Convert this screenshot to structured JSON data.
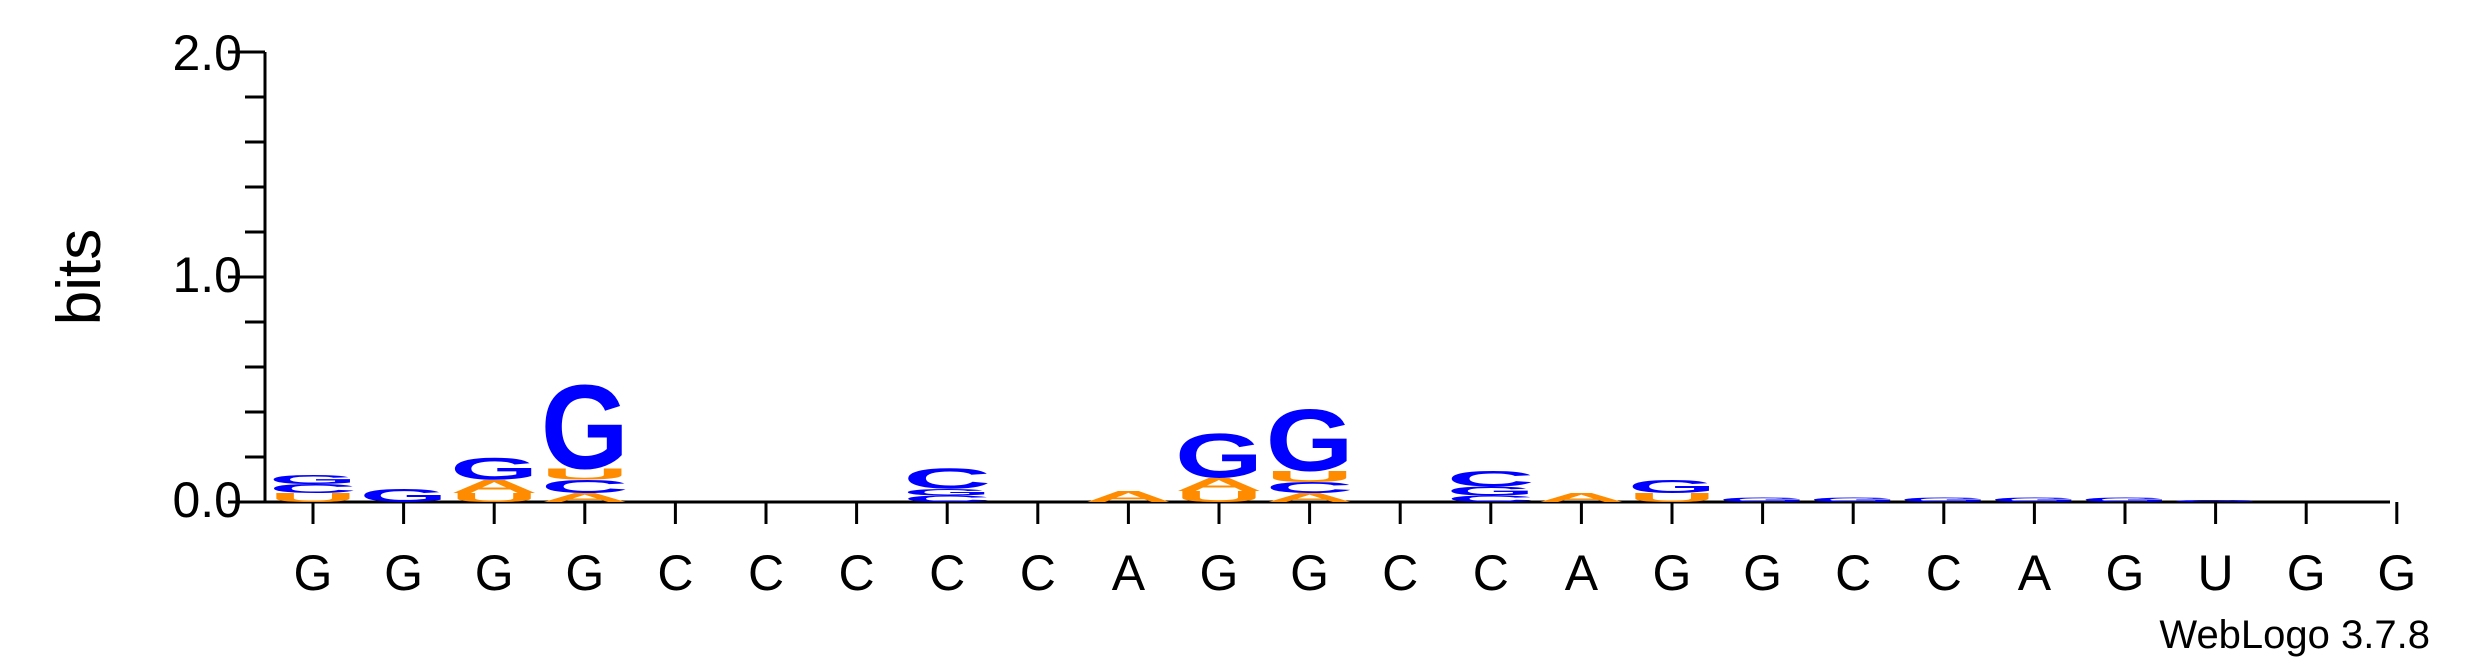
{
  "chart_data": {
    "type": "sequence-logo",
    "ylabel": "bits",
    "ylim": [
      0,
      2.0
    ],
    "yticks": [
      "0.0",
      "1.0",
      "2.0"
    ],
    "credit": "WebLogo 3.7.8",
    "colors": {
      "A": "#ff8c00",
      "U": "#ff8c00",
      "G": "#0000ff",
      "C": "#0000ff"
    },
    "x_labels": [
      "G",
      "G",
      "G",
      "G",
      "C",
      "C",
      "C",
      "C",
      "C",
      "A",
      "G",
      "G",
      "C",
      "C",
      "A",
      "G",
      "G",
      "C",
      "C",
      "A",
      "G",
      "U",
      "G",
      "G"
    ],
    "stacks": [
      [
        {
          "l": "U",
          "v": 0.04
        },
        {
          "l": "C",
          "v": 0.04
        },
        {
          "l": "G",
          "v": 0.04
        }
      ],
      [
        {
          "l": "G",
          "v": 0.06
        }
      ],
      [
        {
          "l": "U",
          "v": 0.04
        },
        {
          "l": "A",
          "v": 0.06
        },
        {
          "l": "G",
          "v": 0.1
        }
      ],
      [
        {
          "l": "A",
          "v": 0.04
        },
        {
          "l": "C",
          "v": 0.06
        },
        {
          "l": "U",
          "v": 0.05
        },
        {
          "l": "G",
          "v": 0.38
        }
      ],
      [],
      [],
      [],
      [
        {
          "l": "C",
          "v": 0.03
        },
        {
          "l": "G",
          "v": 0.03
        },
        {
          "l": "C",
          "v": 0.09
        }
      ],
      [],
      [
        {
          "l": "A",
          "v": 0.05
        }
      ],
      [
        {
          "l": "U",
          "v": 0.05
        },
        {
          "l": "A",
          "v": 0.06
        },
        {
          "l": "G",
          "v": 0.2
        }
      ],
      [
        {
          "l": "A",
          "v": 0.04
        },
        {
          "l": "C",
          "v": 0.05
        },
        {
          "l": "U",
          "v": 0.05
        },
        {
          "l": "G",
          "v": 0.28
        }
      ],
      [],
      [
        {
          "l": "C",
          "v": 0.03
        },
        {
          "l": "G",
          "v": 0.04
        },
        {
          "l": "C",
          "v": 0.07
        }
      ],
      [
        {
          "l": "A",
          "v": 0.04
        }
      ],
      [
        {
          "l": "U",
          "v": 0.04
        },
        {
          "l": "G",
          "v": 0.06
        }
      ],
      [
        {
          "l": "G",
          "v": 0.02
        }
      ],
      [
        {
          "l": "G",
          "v": 0.02
        }
      ],
      [
        {
          "l": "G",
          "v": 0.02
        }
      ],
      [
        {
          "l": "G",
          "v": 0.02
        }
      ],
      [
        {
          "l": "G",
          "v": 0.02
        }
      ],
      [
        {
          "l": "G",
          "v": 0.01
        }
      ],
      [],
      []
    ]
  }
}
